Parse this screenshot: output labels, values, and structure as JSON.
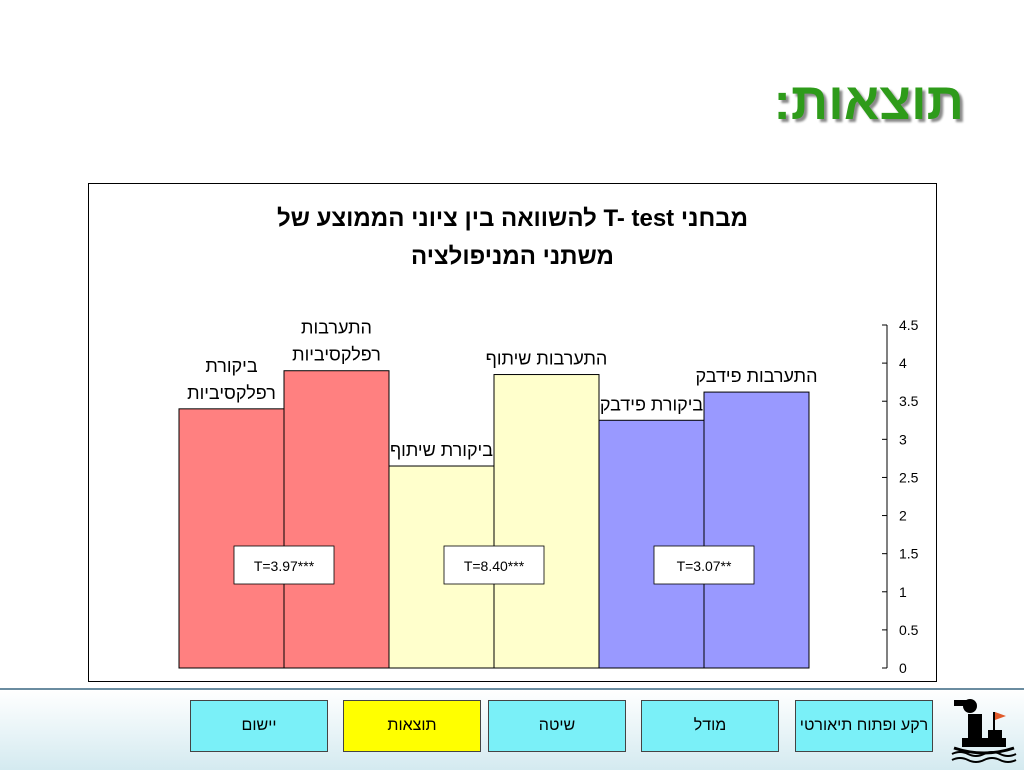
{
  "slide": {
    "title": "תוצאות:"
  },
  "chart_data": {
    "type": "bar",
    "title_lines": [
      "מבחני T- test להשוואה בין ציוני הממוצע של",
      "משתני המניפולציה"
    ],
    "ylim": [
      0,
      4.5
    ],
    "yticks": [
      "0",
      "0.5",
      "1",
      "1.5",
      "2",
      "2.5",
      "3",
      "3.5",
      "4",
      "4.5"
    ],
    "categories": [
      "ביקורת רפלקסיביות",
      "התערבות רפלקסיביות",
      "ביקורת שיתוף",
      "התערבות שיתוף",
      "ביקורת פידבק",
      "התערבות פידבק"
    ],
    "values": [
      3.4,
      3.9,
      2.65,
      3.85,
      3.25,
      3.62
    ],
    "label_lines": [
      [
        "ביקורת",
        "רפלקסיביות"
      ],
      [
        "התערבות",
        "רפלקסיביות"
      ],
      [
        "ביקורת שיתוף"
      ],
      [
        "התערבות שיתוף"
      ],
      [
        "ביקורת פידבק"
      ],
      [
        "התערבות פידבק"
      ]
    ],
    "colors": [
      "#ff8080",
      "#ff8080",
      "#ffffcc",
      "#ffffcc",
      "#9999ff",
      "#9999ff"
    ],
    "t_labels": [
      "T=3.97***",
      "T=8.40***",
      "T=3.07**"
    ],
    "grid": false
  },
  "nav": {
    "items": [
      {
        "label": "יישום",
        "active": false
      },
      {
        "label": "תוצאות",
        "active": true
      },
      {
        "label": "שיטה",
        "active": false
      },
      {
        "label": "מודל",
        "active": false
      },
      {
        "label": "רקע ופתוח תיאורטי",
        "active": false
      }
    ]
  },
  "colors": {
    "title": "#2e9b1a",
    "nav_button": "#7af0f8",
    "nav_active": "#ffff00"
  },
  "icons": {
    "logo": "lookout-ship-icon"
  }
}
